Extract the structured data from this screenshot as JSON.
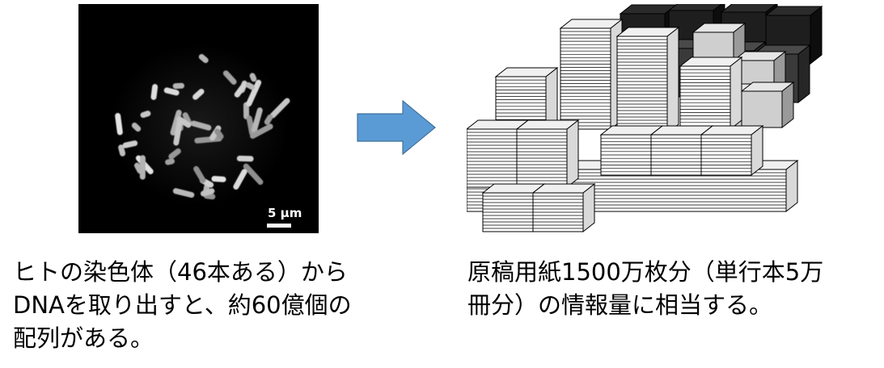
{
  "micrograph": {
    "scale_bar_label": "5 μm"
  },
  "captions": {
    "left_line1": "ヒトの染色体（46本ある）から",
    "left_line2": "DNAを取り出すと、約60億個の",
    "left_line3": "配列がある。",
    "right_line1": "原稿用紙1500万枚分（単行本5万",
    "right_line2": "冊分）の情報量に相当する。"
  },
  "colors": {
    "arrow": "#5b9bd5",
    "arrow_stroke": "#41719c",
    "micrograph_bg": "#000000"
  }
}
